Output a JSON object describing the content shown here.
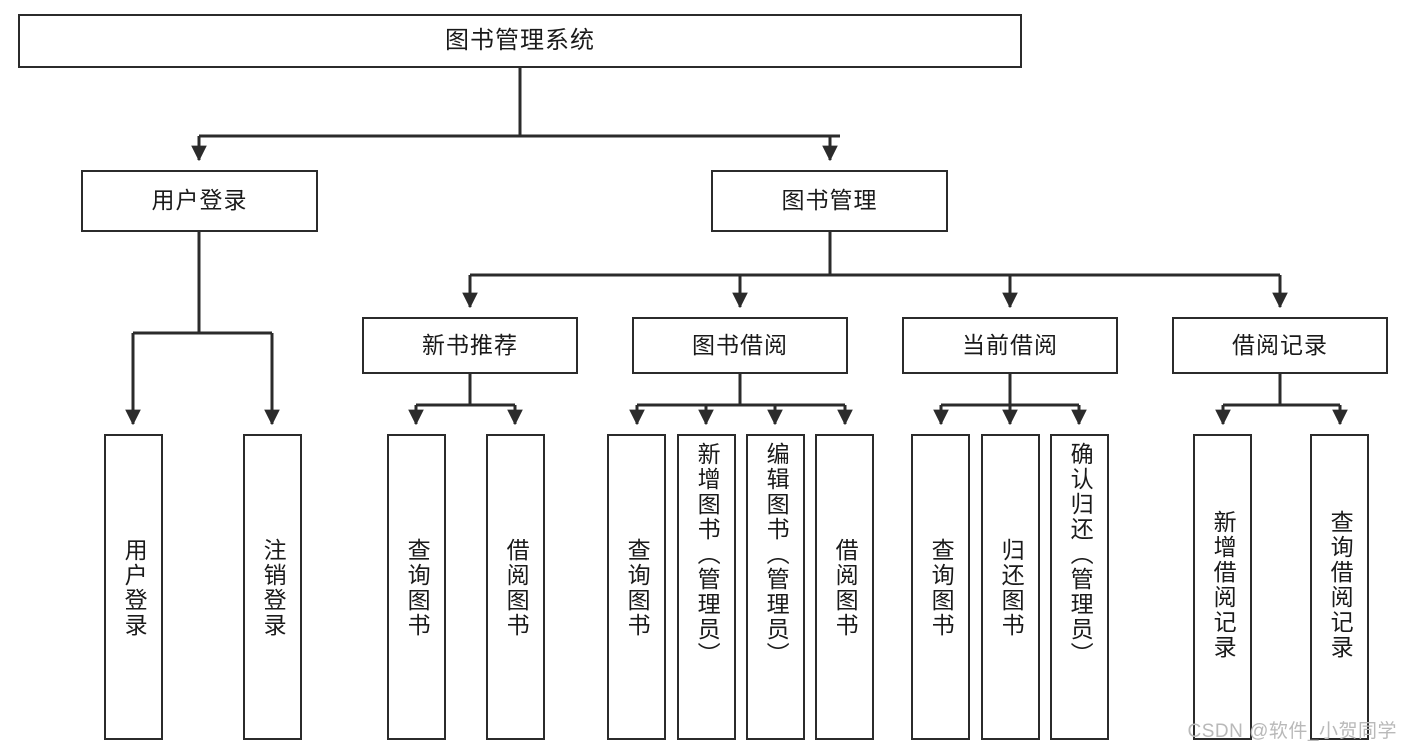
{
  "diagram": {
    "type": "tree-hierarchy",
    "title": "图书管理系统",
    "orientation": "top-down",
    "colors": {
      "stroke": "#2b2b2b",
      "fill": "#ffffff",
      "text": "#1a1a1a",
      "watermark": "#b9b9b9"
    },
    "root": {
      "label": "图书管理系统"
    },
    "level2": [
      {
        "label": "用户登录"
      },
      {
        "label": "图书管理"
      }
    ],
    "level3": [
      {
        "label": "新书推荐"
      },
      {
        "label": "图书借阅"
      },
      {
        "label": "当前借阅"
      },
      {
        "label": "借阅记录"
      }
    ],
    "leaves": [
      {
        "label": "用户登录",
        "parent": "用户登录"
      },
      {
        "label": "注销登录",
        "parent": "用户登录"
      },
      {
        "label": "查询图书",
        "parent": "新书推荐"
      },
      {
        "label": "借阅图书",
        "parent": "新书推荐"
      },
      {
        "label": "查询图书",
        "parent": "图书借阅"
      },
      {
        "label": "新增图书（管理员）",
        "parent": "图书借阅"
      },
      {
        "label": "编辑图书（管理员）",
        "parent": "图书借阅"
      },
      {
        "label": "借阅图书",
        "parent": "图书借阅"
      },
      {
        "label": "查询图书",
        "parent": "当前借阅"
      },
      {
        "label": "归还图书",
        "parent": "当前借阅"
      },
      {
        "label": "确认归还（管理员）",
        "parent": "当前借阅"
      },
      {
        "label": "新增借阅记录",
        "parent": "借阅记录"
      },
      {
        "label": "查询借阅记录",
        "parent": "借阅记录"
      }
    ]
  },
  "watermark": {
    "text": "CSDN @软件_小贺同学"
  }
}
